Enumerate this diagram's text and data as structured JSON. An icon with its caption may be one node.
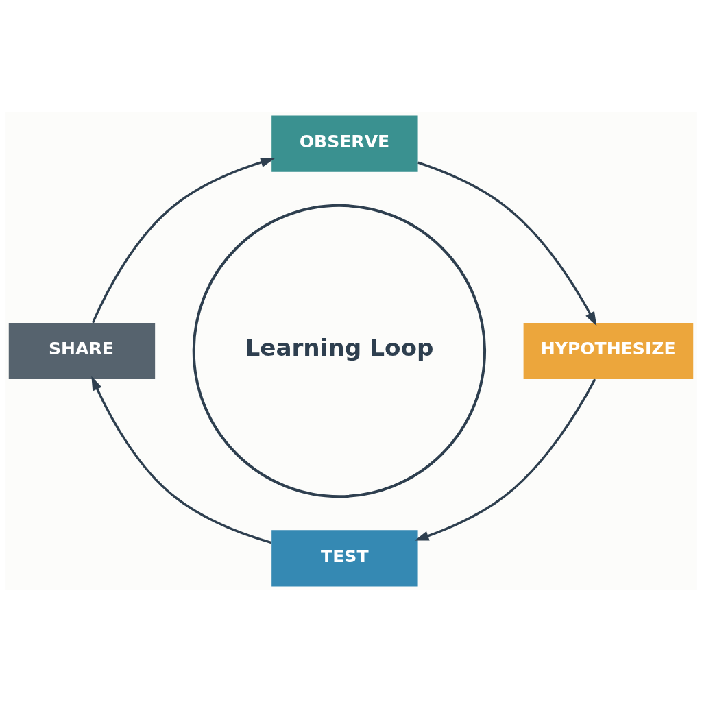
{
  "diagram": {
    "nodes": [
      {
        "text": [
          "OBSERVE"
        ]
      },
      {
        "text": [
          "HYPOTHESIZE"
        ]
      },
      {
        "text": [
          "TEST"
        ]
      },
      {
        "text": [
          "SHARE"
        ]
      },
      {
        "text": [
          "Learning Loop"
        ]
      }
    ],
    "edges": [
      {
        "from": 0,
        "to": 1,
        "arrow": "to"
      },
      {
        "from": 1,
        "to": 2,
        "arrow": "to"
      },
      {
        "from": 2,
        "to": 3,
        "arrow": "to"
      },
      {
        "from": 3,
        "to": 0,
        "arrow": "to"
      }
    ]
  }
}
